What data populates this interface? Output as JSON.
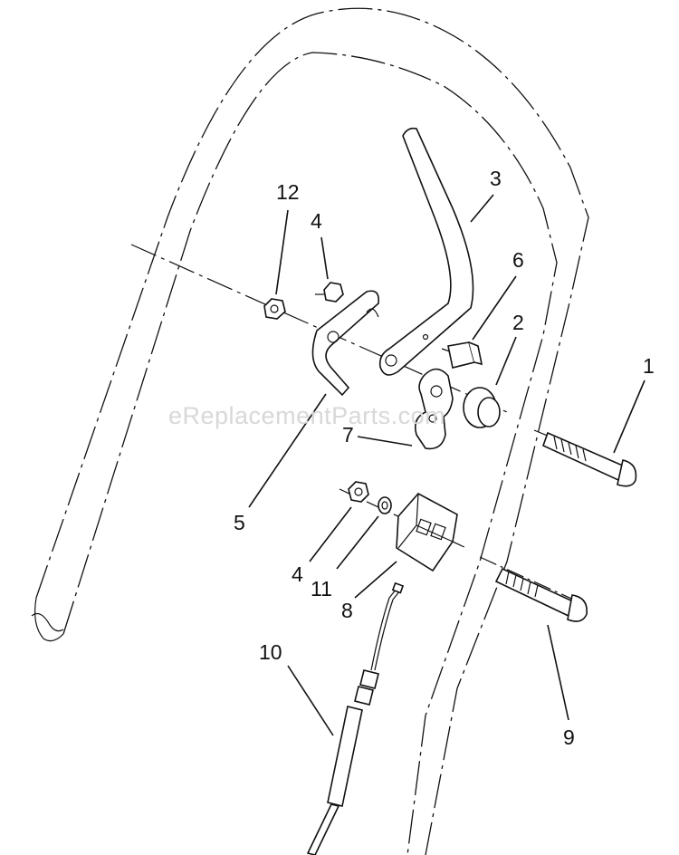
{
  "watermark": "eReplacementParts.com",
  "callouts": [
    {
      "id": "p1",
      "number": "1"
    },
    {
      "id": "p2",
      "number": "2"
    },
    {
      "id": "p3",
      "number": "3"
    },
    {
      "id": "p4a",
      "number": "4"
    },
    {
      "id": "p4b",
      "number": "4"
    },
    {
      "id": "p5",
      "number": "5"
    },
    {
      "id": "p6",
      "number": "6"
    },
    {
      "id": "p7",
      "number": "7"
    },
    {
      "id": "p8",
      "number": "8"
    },
    {
      "id": "p9",
      "number": "9"
    },
    {
      "id": "p10",
      "number": "10"
    },
    {
      "id": "p11",
      "number": "11"
    },
    {
      "id": "p12",
      "number": "12"
    }
  ]
}
